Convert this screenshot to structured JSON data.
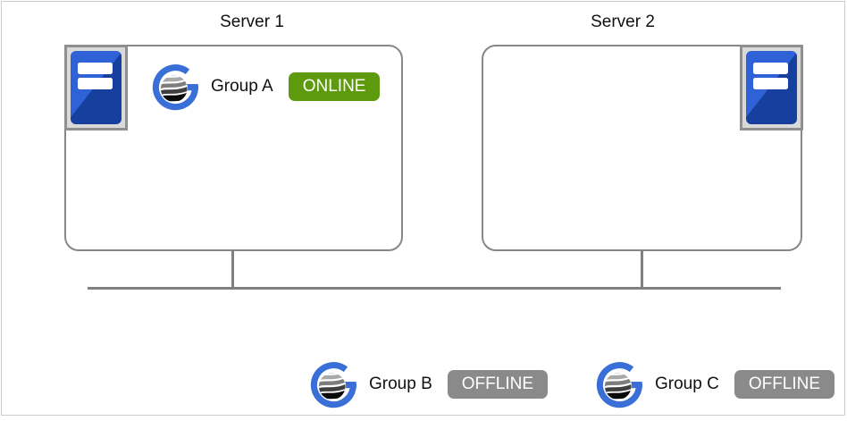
{
  "servers": [
    {
      "title": "Server 1",
      "groups": [
        {
          "name": "Group A",
          "status": "ONLINE"
        }
      ]
    },
    {
      "title": "Server 2",
      "groups": []
    }
  ],
  "external_groups": [
    {
      "name": "Group B",
      "status": "OFFLINE"
    },
    {
      "name": "Group C",
      "status": "OFFLINE"
    }
  ],
  "colors": {
    "online_badge": "#5d9a0d",
    "offline_badge": "#8a8a8a",
    "logo_blue": "#3a6fd8",
    "server_icon_blue_light": "#2e62d6",
    "server_icon_blue_dark": "#173f9e",
    "connector_gray": "#808080",
    "box_border_gray": "#878787",
    "frame_border": "#cdcdcd"
  },
  "icons": {
    "server": "server-tower-icon",
    "group": "availability-group-globe-icon"
  }
}
